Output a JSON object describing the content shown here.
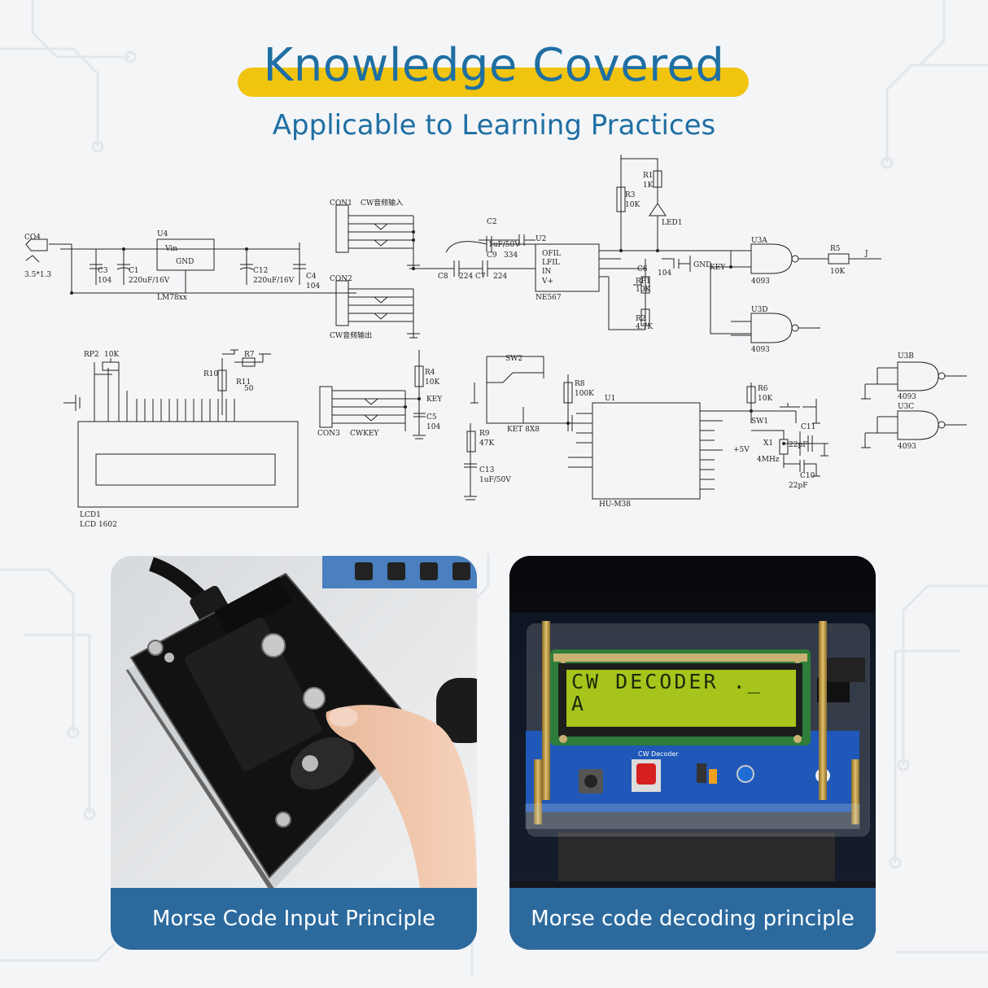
{
  "header": {
    "title": "Knowledge Covered",
    "subtitle": "Applicable to Learning Practices"
  },
  "schematic": {
    "labels": {
      "co4": "CO4",
      "jack": "3.5*1.3",
      "c3": "C3",
      "c3v": "104",
      "c1": "C1",
      "c1v": "220uF/16V",
      "u4": "U4",
      "vin": "Vin",
      "gnd": "GND",
      "lm": "LM78xx",
      "c12": "C12",
      "c12v": "220uF/16V",
      "c4": "C4",
      "c4v": "104",
      "con1": "CON1",
      "cw_in": "CW音频输入",
      "con2": "CON2",
      "cw_out": "CW音频输出",
      "c2": "C2",
      "c2v": "1uF/50V",
      "c9": "C9",
      "c9v": "334",
      "c8": "C8",
      "c8v": "224",
      "c7": "C7",
      "c7v": "224",
      "u2": "U2",
      "ofil": "OFIL",
      "lfil": "LFIL",
      "in": "IN",
      "vplus": "V+",
      "ne567": "NE567",
      "r1": "R1",
      "r1v": "1K",
      "r3": "R3",
      "r3v": "10K",
      "led1": "LED1",
      "c6": "C6",
      "c6v": "104",
      "rp1": "RP1",
      "rp1v": "10K",
      "r2": "R2",
      "r2v": "4.7K",
      "gnd_key": "GND",
      "key": "KEY",
      "u3a": "U3A",
      "u3d": "U3D",
      "n4093": "4093",
      "r5": "R5",
      "r5v": "10K",
      "j": "J",
      "rp2": "RP2",
      "rp2v": "10K",
      "r10": "R10",
      "r7": "R7",
      "r7v": "50",
      "r11": "R11",
      "lcd1": "LCD1",
      "lcd1602": "LCD 1602",
      "con3": "CON3",
      "cwkey": "CWKEY",
      "r4": "R4",
      "r4v": "10K",
      "c5": "C5",
      "c5v": "104",
      "keyb": "KEY",
      "sw2": "SW2",
      "ket": "KET 8X8",
      "r9": "R9",
      "r9v": "47K",
      "c13": "C13",
      "c13v": "1uF/50V",
      "r8": "R8",
      "r8v": "100K",
      "u1": "U1",
      "hum38": "HU-M38",
      "r6": "R6",
      "r6v": "10K",
      "sw1": "SW1",
      "c11": "C11",
      "c11v": "22pF",
      "x1": "X1",
      "x1v": "4MHz",
      "c10": "C10",
      "c10v": "22pF",
      "plus5": "+5V",
      "u3b": "U3B",
      "u3c": "U3C"
    }
  },
  "cards": [
    {
      "caption": "Morse Code Input Principle"
    },
    {
      "caption": "Morse code decoding principle"
    }
  ],
  "lcd": {
    "line1": "CW DECODER ._",
    "line2": "A",
    "board_label": "CW Decoder"
  },
  "colors": {
    "accent": "#f1c40f",
    "title": "#1f6fa3",
    "caption_bar": "#2c6a9e",
    "lcd": "#a6c41c"
  }
}
